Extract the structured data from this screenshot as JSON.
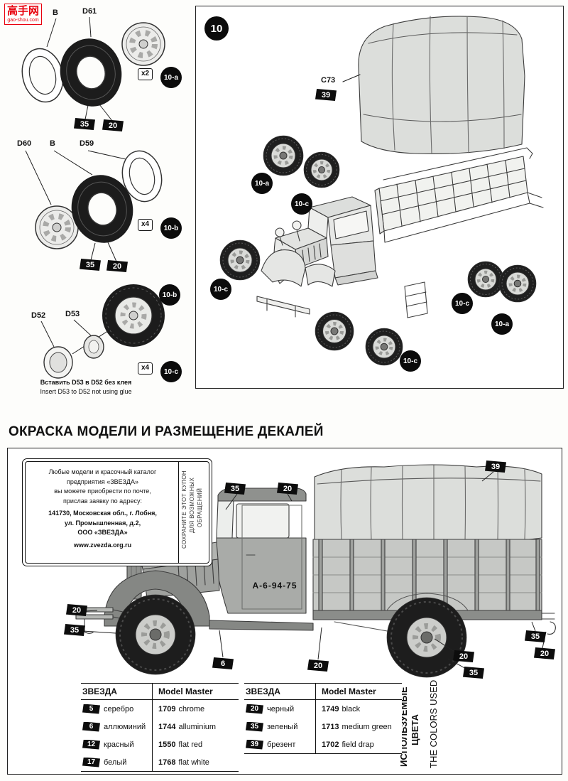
{
  "watermark": {
    "cjk": "高手网",
    "domain": "gao-shou.com"
  },
  "step": {
    "number": "10",
    "canopy_part": "C73",
    "canopy_paint": "39",
    "badges": [
      "10-a",
      "10-c",
      "10-c",
      "10-c",
      "10-c",
      "10-a"
    ]
  },
  "assemblies": {
    "a": {
      "badge": "10-a",
      "qty": "x2",
      "label1": "B",
      "label2": "D61",
      "paint1": "35",
      "paint2": "20"
    },
    "b": {
      "badge": "10-b",
      "qty": "x4",
      "label1": "D60",
      "label2": "B",
      "label3": "D59",
      "paint1": "35",
      "paint2": "20"
    },
    "c": {
      "badge": "10-c",
      "qty": "x4",
      "wheel_badge": "10-b",
      "label1": "D52",
      "label2": "D53",
      "note_ru": "Вставить D53 в D52 без клея",
      "note_en": "Insert D53 to D52 not using glue"
    }
  },
  "painting": {
    "heading": "ОКРАСКА МОДЕЛИ И РАЗМЕЩЕНИЕ ДЕКАЛЕЙ",
    "coupon": {
      "line1": "Любые модели и красочный каталог",
      "line2": "предприятия «ЗВЕЗДА»",
      "line3": "вы можете приобрести по почте,",
      "line4": "прислав заявку по адресу:",
      "addr1": "141730, Московская обл., г. Лобня,",
      "addr2": "ул. Промышленная, д.2,",
      "addr3": "ООО «ЗВЕЗДА»",
      "url": "www.zvezda.org.ru",
      "keep1": "СОХРАНИТЕ ЭТОТ КУПОН",
      "keep2": "ДЛЯ ВОЗМОЖНЫХ",
      "keep3": "ОБРАЩЕНИЙ"
    },
    "decal": "А-6-94-75",
    "callouts": [
      "35",
      "20",
      "39",
      "20",
      "35",
      "6",
      "20",
      "20",
      "35",
      "35",
      "20"
    ],
    "tables": [
      {
        "col1": "ЗВЕЗДА",
        "col2": "Model Master",
        "rows": [
          {
            "flag": "5",
            "ru": "серебро",
            "code": "1709",
            "en": "chrome"
          },
          {
            "flag": "6",
            "ru": "аллюминий",
            "code": "1744",
            "en": "alluminium"
          },
          {
            "flag": "12",
            "ru": "красный",
            "code": "1550",
            "en": "flat red"
          },
          {
            "flag": "17",
            "ru": "белый",
            "code": "1768",
            "en": "flat white"
          }
        ]
      },
      {
        "col1": "ЗВЕЗДА",
        "col2": "Model Master",
        "rows": [
          {
            "flag": "20",
            "ru": "черный",
            "code": "1749",
            "en": "black"
          },
          {
            "flag": "35",
            "ru": "зеленый",
            "code": "1713",
            "en": "medium green"
          },
          {
            "flag": "39",
            "ru": "брезент",
            "code": "1702",
            "en": "field drap"
          }
        ]
      }
    ],
    "vertical_ru1": "ИСПОЛЬЗУЕМЫЕ",
    "vertical_ru2": "ЦВЕТА",
    "vertical_en": "THE COLORS USED"
  }
}
